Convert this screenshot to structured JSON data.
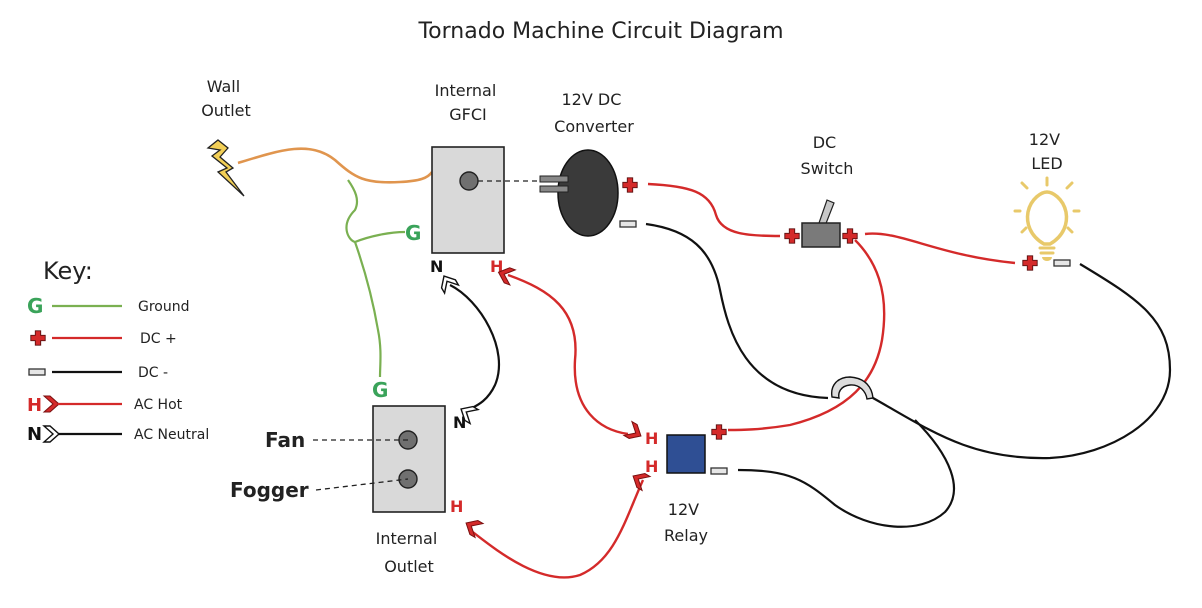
{
  "title": "Tornado Machine Circuit Diagram",
  "components": {
    "wall_outlet": [
      "Wall",
      "Outlet"
    ],
    "gfci": [
      "Internal",
      "GFCI"
    ],
    "converter": [
      "12V DC",
      "Converter"
    ],
    "dc_switch": [
      "DC",
      "Switch"
    ],
    "led": [
      "12V",
      "LED"
    ],
    "relay": [
      "12V",
      "Relay"
    ],
    "internal_outlet": [
      "Internal",
      "Outlet"
    ]
  },
  "devices": {
    "fan": "Fan",
    "fogger": "Fogger"
  },
  "terminal_letters": {
    "ground": "G",
    "hot": "H",
    "neutral": "N"
  },
  "key": {
    "title": "Key:",
    "entries": [
      {
        "symbol": "G",
        "label": "Ground",
        "color": "#7ab051"
      },
      {
        "symbol": "plus",
        "label": "DC +",
        "color": "#d42a2a"
      },
      {
        "symbol": "minus",
        "label": "DC -",
        "color": "#111111"
      },
      {
        "symbol": "H",
        "label": "AC Hot",
        "color": "#d42a2a"
      },
      {
        "symbol": "N",
        "label": "AC Neutral",
        "color": "#111111"
      }
    ]
  },
  "colors": {
    "ground": "#7ab051",
    "dc_plus": "#d42a2a",
    "dc_minus": "#111111",
    "ac_hot": "#d42a2a",
    "ac_neutral": "#111111",
    "mains": "#e0954e",
    "relay": "#2f4f94",
    "converter": "#3a3a3a",
    "box": "#d9d9d9",
    "led": "#e8c96a"
  }
}
